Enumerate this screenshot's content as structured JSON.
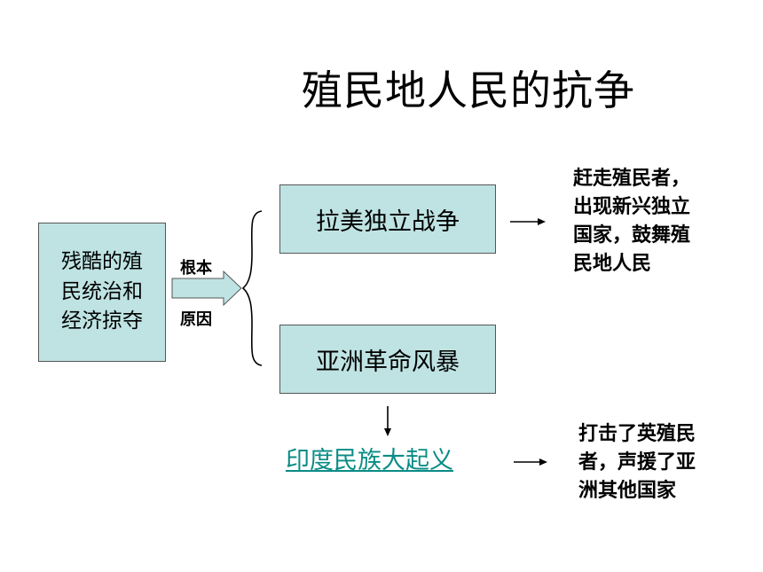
{
  "title": "殖民地人民的抗争",
  "cause": {
    "lines": [
      "残酷的殖",
      "民统治和",
      "经济掠夺"
    ]
  },
  "reason_label": {
    "line1": "根本",
    "line2": "原因"
  },
  "events": {
    "latin_america": "拉美独立战争",
    "asia_storm": "亚洲革命风暴",
    "india_uprising": "印度民族大起义"
  },
  "results": {
    "latin_america": [
      "赶走殖民者，",
      "出现新兴独立",
      "国家，鼓舞殖",
      "民地人民"
    ],
    "india": [
      "打击了英殖民",
      "者，声援了亚",
      "洲其他国家"
    ]
  },
  "colors": {
    "box_fill": "#bfe3e3",
    "link": "#0a8c86"
  }
}
